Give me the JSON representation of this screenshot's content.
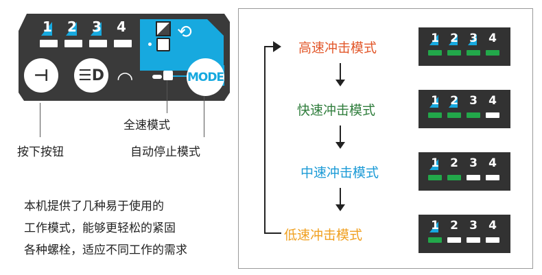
{
  "panel": {
    "numbers": [
      "1",
      "2",
      "3",
      "4"
    ],
    "mode_label": "MODE"
  },
  "labels": {
    "press_button": "按下按钮",
    "full_speed": "全速模式",
    "auto_stop": "自动停止模式"
  },
  "description": [
    "本机提供了几种易于使用的",
    "工作模式，能够更轻松的紧固",
    "各种螺栓，适应不同工作的需求"
  ],
  "modes": [
    {
      "name": "高速冲击模式",
      "color": "#e2572a",
      "lit": [
        true,
        true,
        true,
        true
      ]
    },
    {
      "name": "快速冲击模式",
      "color": "#2f7d3c",
      "lit": [
        true,
        true,
        true,
        false
      ]
    },
    {
      "name": "中速冲击模式",
      "color": "#1a9ad6",
      "lit": [
        true,
        true,
        false,
        false
      ]
    },
    {
      "name": "低速冲击模式",
      "color": "#f0a020",
      "lit": [
        true,
        false,
        false,
        false
      ]
    }
  ],
  "colors": {
    "accent": "#17a9df",
    "lit_bar": "#22a84a",
    "panel": "#3a3a3a"
  }
}
